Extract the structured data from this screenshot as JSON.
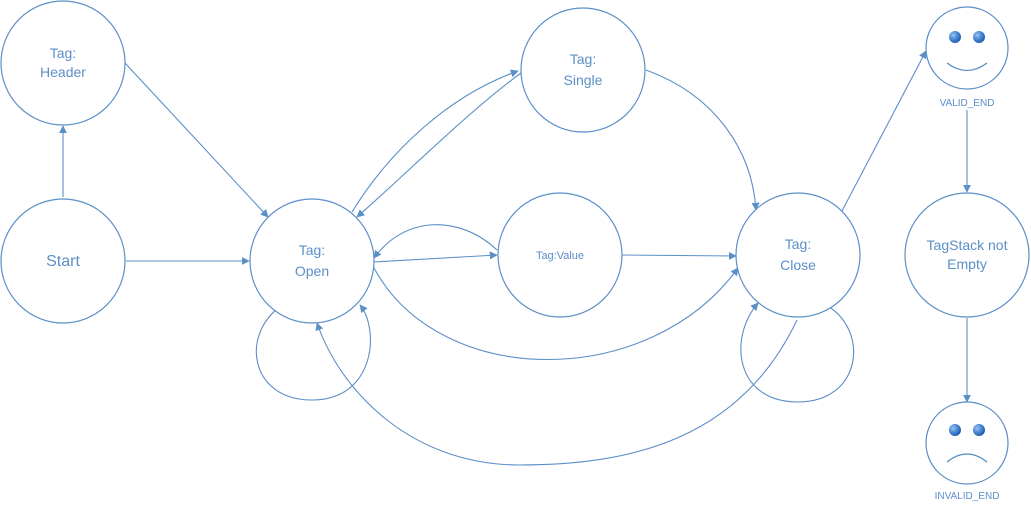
{
  "colors": {
    "stroke": "#5b8fc7",
    "text": "#5b8fc7",
    "background": "#ffffff"
  },
  "nodes": {
    "header": {
      "line1": "Tag:",
      "line2": "Header"
    },
    "start": {
      "label": "Start"
    },
    "open": {
      "line1": "Tag:",
      "line2": "Open"
    },
    "single": {
      "line1": "Tag:",
      "line2": "Single"
    },
    "value": {
      "label": "Tag:Value"
    },
    "close": {
      "line1": "Tag:",
      "line2": "Close"
    },
    "tagstack": {
      "line1": "TagStack not",
      "line2": "Empty"
    },
    "valid_end": {
      "caption": "VALID_END",
      "icon": "happy-face-icon"
    },
    "invalid_end": {
      "caption": "INVALID_END",
      "icon": "sad-face-icon"
    }
  }
}
